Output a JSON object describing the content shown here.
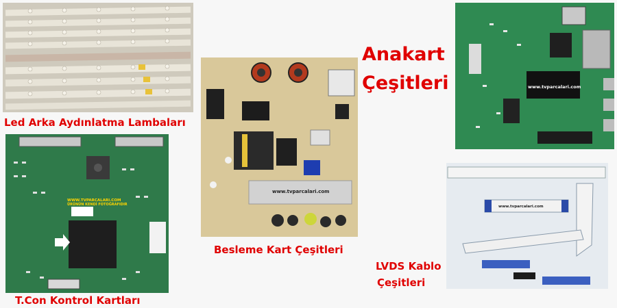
{
  "captions": {
    "led": "Led Arka Aydınlatma Lambaları",
    "tcon": "T.Con Kontrol Kartları",
    "power": "Besleme Kart Çeşitleri",
    "lvds_line1": "LVDS Kablo",
    "lvds_line2": "Çeşitleri",
    "main_line1": "Anakart",
    "main_line2": "Çeşitleri"
  },
  "watermarks": {
    "power": "www.tvparcalari.com",
    "main": "www.tvparcalari.com",
    "lvds": "www.tvparcalari.com",
    "tcon_line1": "WWW.TVPARCALARI.COM",
    "tcon_line2": "ÜRÜNÜN KENDİ FOTOĞRAFIDIR"
  },
  "colors": {
    "caption": "#e00000",
    "pcb_green": "#2f7a4a",
    "pcb_beige": "#d9c89a",
    "led_strip": "#e6e2d6"
  }
}
